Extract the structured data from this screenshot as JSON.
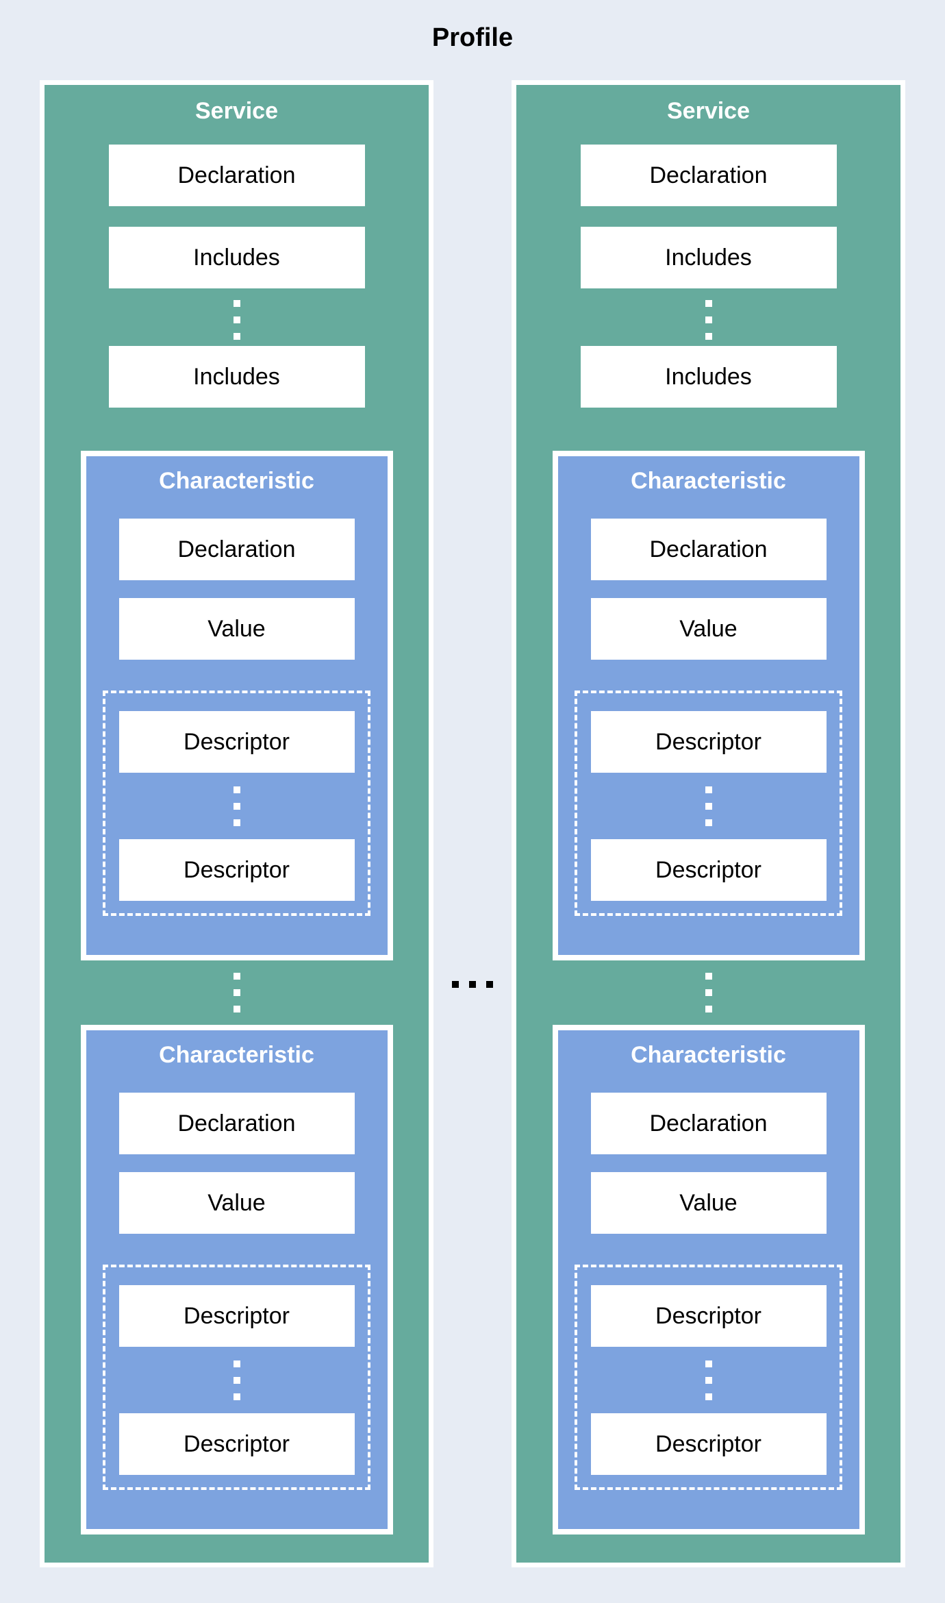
{
  "profile": {
    "title": "Profile"
  },
  "colors": {
    "background": "#E7ECF4",
    "service_fill": "#66AB9D",
    "characteristic_fill": "#7DA3DF",
    "box_fill": "#FFFFFF",
    "box_text": "#000000",
    "heading_text": "#FFFFFF",
    "frame_border": "#FFFFFF",
    "separator_dot": "#000000"
  },
  "icons": {
    "services_separator": "horizontal-ellipsis",
    "more_includes": "vertical-ellipsis",
    "more_characteristics": "vertical-ellipsis",
    "more_descriptors": "vertical-ellipsis"
  },
  "services": [
    {
      "title": "Service",
      "declaration": "Declaration",
      "includes": [
        "Includes",
        "Includes"
      ],
      "characteristics": [
        {
          "title": "Characteristic",
          "declaration": "Declaration",
          "value": "Value",
          "descriptors": [
            "Descriptor",
            "Descriptor"
          ]
        },
        {
          "title": "Characteristic",
          "declaration": "Declaration",
          "value": "Value",
          "descriptors": [
            "Descriptor",
            "Descriptor"
          ]
        }
      ]
    },
    {
      "title": "Service",
      "declaration": "Declaration",
      "includes": [
        "Includes",
        "Includes"
      ],
      "characteristics": [
        {
          "title": "Characteristic",
          "declaration": "Declaration",
          "value": "Value",
          "descriptors": [
            "Descriptor",
            "Descriptor"
          ]
        },
        {
          "title": "Characteristic",
          "declaration": "Declaration",
          "value": "Value",
          "descriptors": [
            "Descriptor",
            "Descriptor"
          ]
        }
      ]
    }
  ]
}
